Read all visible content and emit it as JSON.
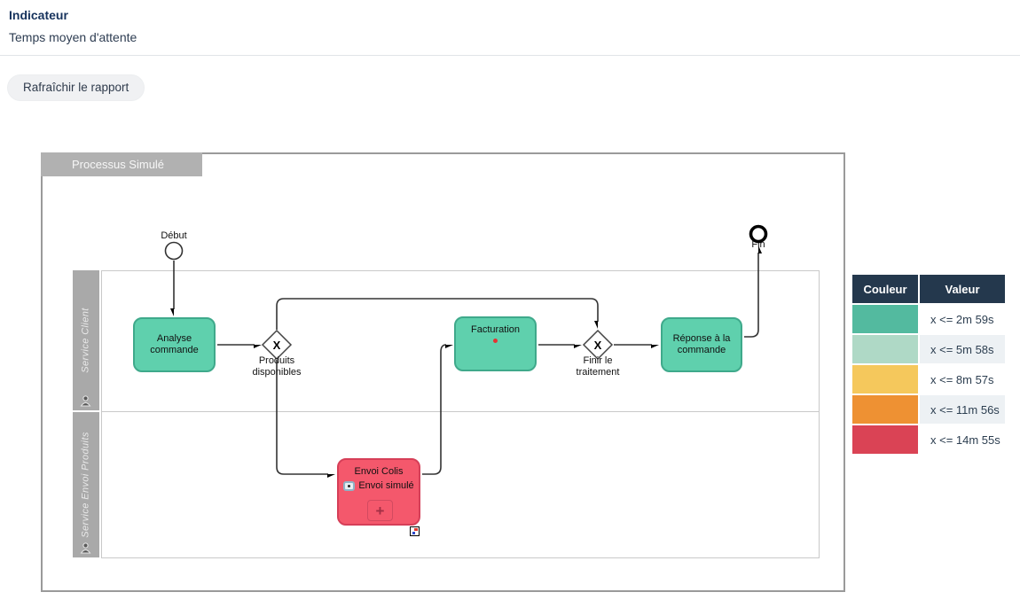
{
  "page": {
    "title": "Indicateur",
    "subtitle": "Temps moyen d'attente"
  },
  "toolbar": {
    "refresh_button": "Rafraîchir le rapport"
  },
  "diagram": {
    "pool_name": "Processus Simulé",
    "lanes": [
      {
        "label": "Service Client"
      },
      {
        "label": "Service Envoi Produits"
      }
    ],
    "start_event": {
      "label": "Début"
    },
    "end_event": {
      "label": "Fin"
    },
    "tasks": [
      {
        "label": "Analyse commande",
        "color": "#5FD0AD",
        "border": "#3FA98B"
      },
      {
        "label": "Facturation",
        "color": "#5FD0AD",
        "border": "#3FA98B"
      },
      {
        "label": "Réponse à la commande",
        "color": "#5FD0AD",
        "border": "#3FA98B"
      },
      {
        "label": "Envoi Colis",
        "sublabel": "Envoi simulé",
        "marker": "+",
        "color": "#F4586C",
        "border": "#D63F58"
      }
    ],
    "gateways": [
      {
        "label": "Produits disponibles",
        "symbol": "X"
      },
      {
        "label": "Finir le traitement",
        "symbol": "X"
      }
    ]
  },
  "legend": {
    "headers": [
      "Couleur",
      "Valeur"
    ],
    "header_bg": "#24384d",
    "rows": [
      {
        "color": "#53BA9F",
        "value": "x <= 2m 59s"
      },
      {
        "color": "#AFD9C6",
        "value": "x <= 5m 58s"
      },
      {
        "color": "#F5C85C",
        "value": "x <= 8m 57s"
      },
      {
        "color": "#EE9133",
        "value": "x <= 11m 56s"
      },
      {
        "color": "#DA4355",
        "value": "x <= 14m 55s"
      }
    ]
  }
}
